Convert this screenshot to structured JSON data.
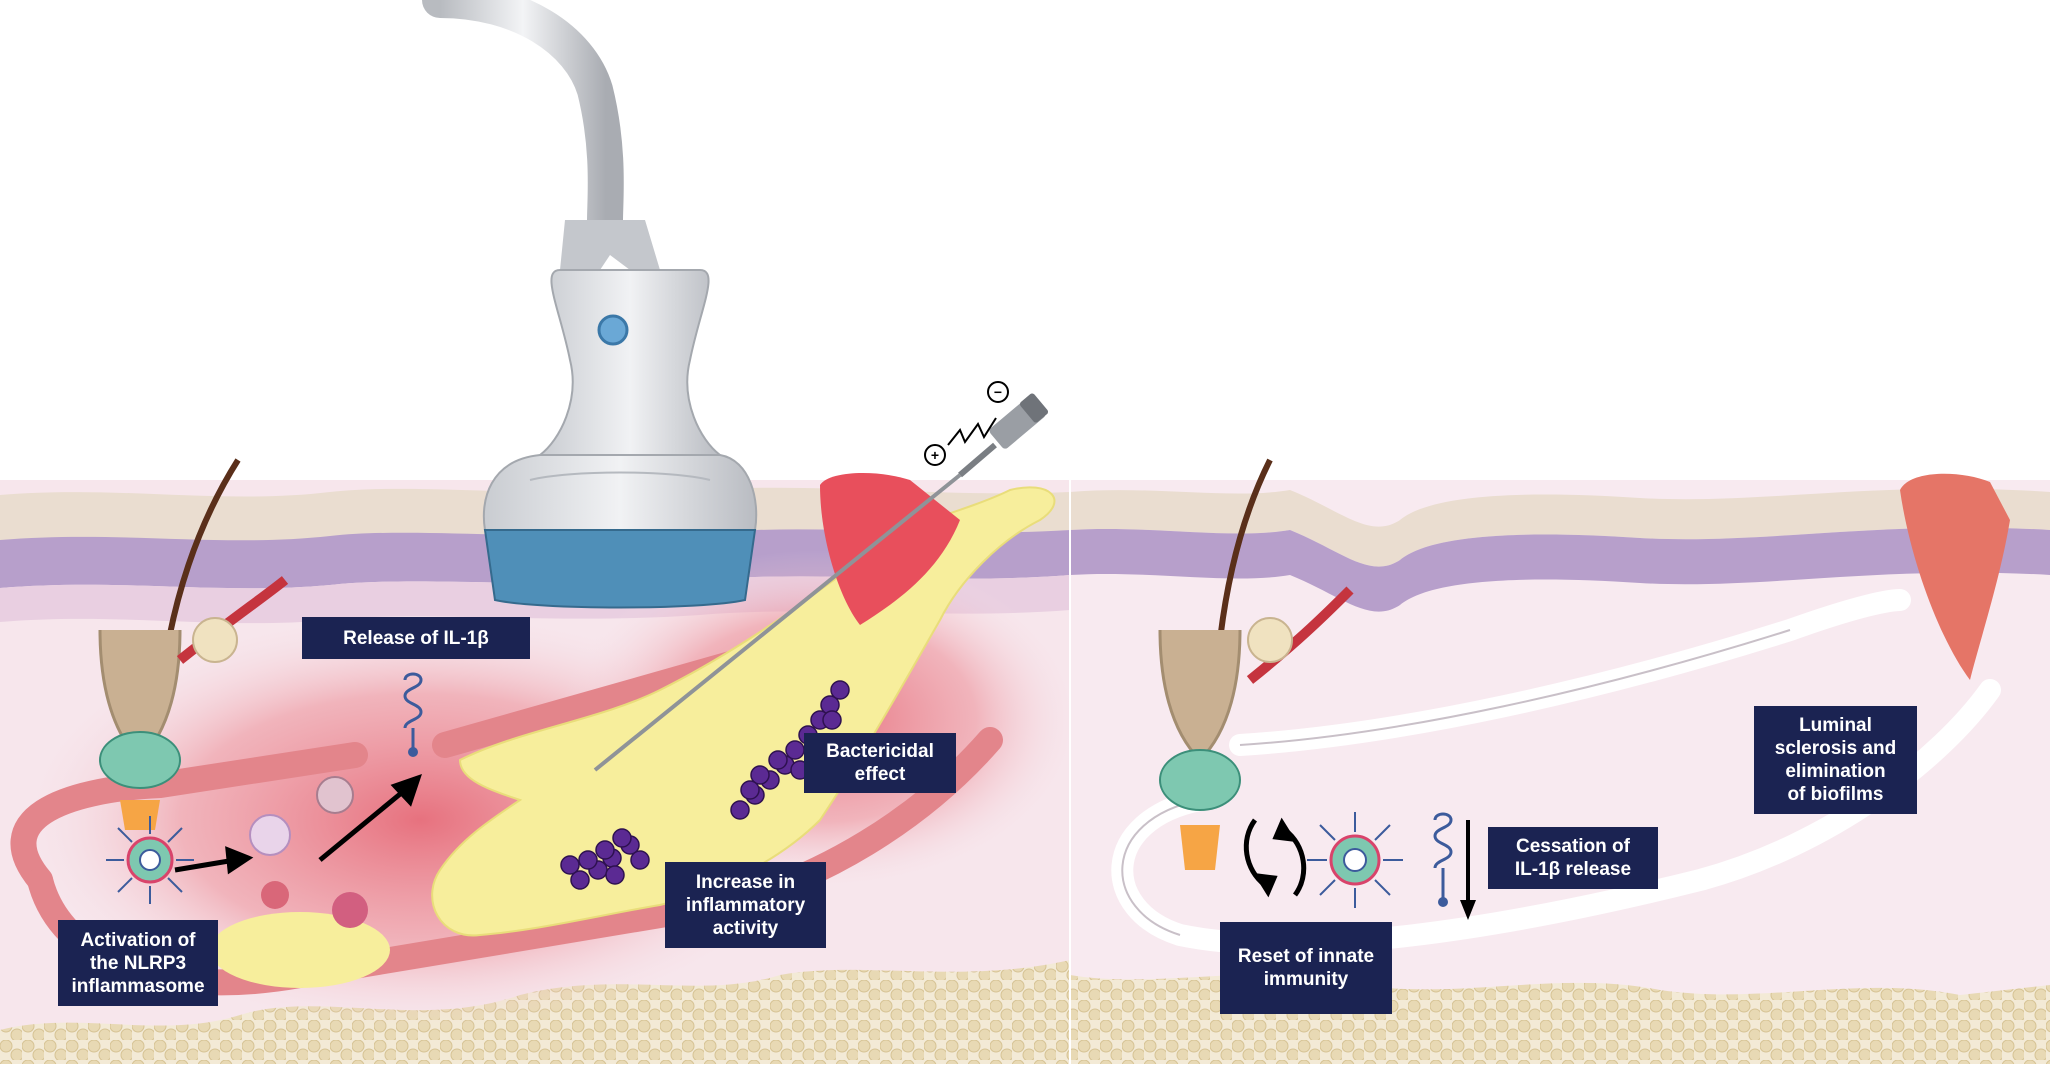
{
  "labels": {
    "release_il1b": "Release of IL-1β",
    "bactericidal_effect": "Bactericidal\neffect",
    "increase_inflammatory": "Increase in\ninflammatory\nactivity",
    "activation_nlrp3": "Activation of\nthe NLRP3\ninflammasome",
    "luminal_sclerosis": "Luminal\nsclerosis and\nelimination\nof biofilms",
    "cessation_il1b": "Cessation of\nIL-1β release",
    "reset_innate": "Reset of innate\nimmunity"
  },
  "colors": {
    "label_bg": "#1b2352",
    "dermis": "#f6e3ea",
    "inflammation": "#e9737e",
    "epidermis_purple": "#b59ac9",
    "fat": "#efe3c4",
    "pus": "#f7ee9c",
    "bacteria": "#5b2a93",
    "probe_head": "#4f8fb8"
  },
  "icons": [
    "ultrasound-probe-icon",
    "needle-icon",
    "electric-spark-icon",
    "hair-follicle-icon",
    "inflammasome-icon",
    "il1b-molecule-icon",
    "bacteria-cluster-icon",
    "cycle-arrows-icon",
    "down-arrow-icon"
  ]
}
